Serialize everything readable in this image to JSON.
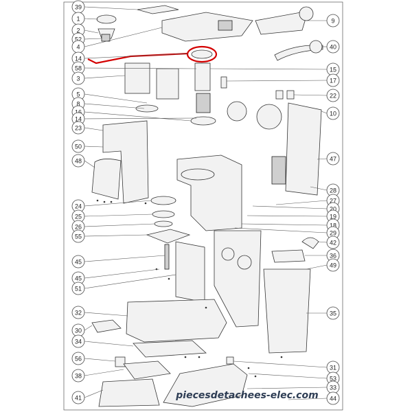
{
  "watermark": "piecesdetachees-elec.com",
  "highlight_color": "#d40000",
  "callouts": {
    "left": [
      "39",
      "1",
      "2",
      "52",
      "4",
      "14",
      "58",
      "3",
      "5",
      "8",
      "16",
      "14",
      "23",
      "50",
      "48",
      "24",
      "25",
      "26",
      "55",
      "45",
      "45",
      "51",
      "32",
      "30",
      "34",
      "56",
      "38",
      "41"
    ],
    "right": [
      "9",
      "40",
      "15",
      "17",
      "22",
      "10",
      "47",
      "28",
      "27",
      "20",
      "19",
      "18",
      "29",
      "42",
      "36",
      "49",
      "35",
      "31",
      "53",
      "33",
      "44"
    ]
  }
}
